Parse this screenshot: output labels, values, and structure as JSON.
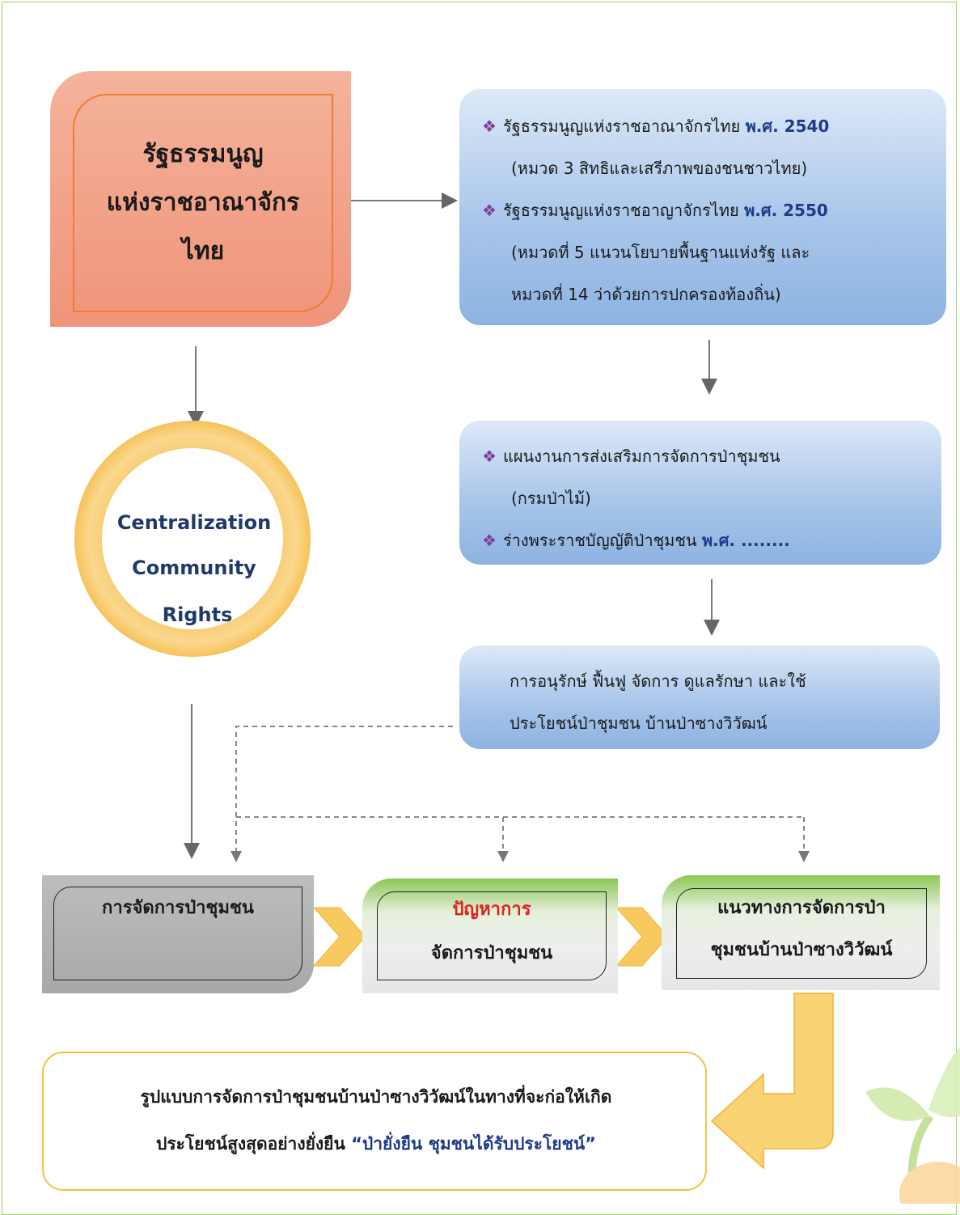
{
  "constitution": {
    "line1": "รัฐธรรมนูญ",
    "line2": "แห่งราชอาณาจักร",
    "line3": "ไทย"
  },
  "laws": {
    "item1_a": "รัฐธรรมนูญแห่งราชอาณาจักรไทย ",
    "item1_b": "พ.ศ. 2540",
    "item1_c": "(หมวด 3 สิทธิและเสรีภาพของชนชาวไทย)",
    "item2_a": "รัฐธรรมนูญแห่งราชอาญาจักรไทย ",
    "item2_b": "พ.ศ. 2550",
    "item2_c": "(หมวดที่ 5 แนวนโยบายพื้นฐานแห่งรัฐ และ",
    "item2_d": "หมวดที่ 14 ว่าด้วยการปกครองท้องถิ่น)"
  },
  "plans": {
    "item1_a": "แผนงานการส่งเสริมการจัดการป่าชุมชน",
    "item1_b": "(กรมป่าไม้)",
    "item2_a": "ร่างพระราชบัญญัติป่าชุมชน ",
    "item2_b": "พ.ศ. ........"
  },
  "conservation": {
    "line1": "การอนุรักษ์ ฟื้นฟู จัดการ ดูแลรักษา และใช้",
    "line2": "ประโยชน์ป่าชุมชน บ้านป่าซางวิวัฒน์"
  },
  "ring": {
    "line1": "Centralization",
    "line2": "Community",
    "line3": "Rights"
  },
  "process": {
    "box1": "การจัดการป่าชุมชน",
    "box2_a": "ปัญหาการ",
    "box2_b": "จัดการป่าชุมชน",
    "box3_a": "แนวทางการจัดการป่า",
    "box3_b": "ชุมชนบ้านป่าซางวิวัฒน์"
  },
  "result": {
    "line1": "รูปแบบการจัดการป่าชุมชนบ้านป่าซางวิวัฒน์ในทางที่จะก่อให้เกิด",
    "line2_a": "ประโยชน์สูงสุดอย่างยั่งยืน ",
    "line2_b": "“ป่ายั่งยืน ชุมชนได้รับประโยชน์”"
  },
  "colors": {
    "diamond": "#7f3f98",
    "navy": "#1f3a8a",
    "problem_red": "#e02020",
    "accent_orange": "#ed7d31",
    "gold": "#f5c242"
  },
  "icons": [
    "diamond-bullet-icon",
    "arrow-right-icon",
    "chevron-right-icon",
    "bent-arrow-icon",
    "sprout-icon"
  ]
}
